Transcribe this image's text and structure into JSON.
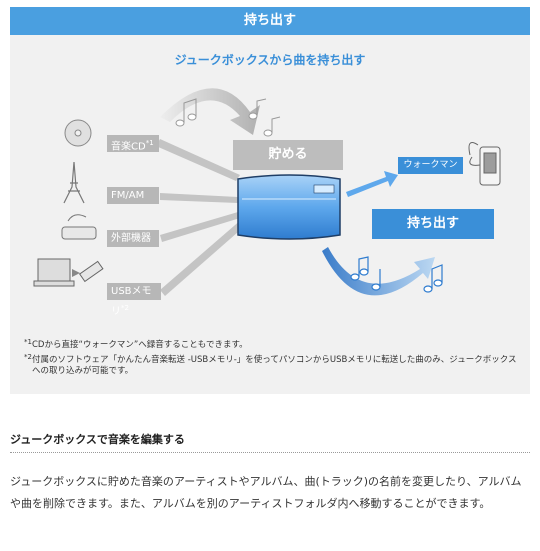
{
  "header": {
    "title": "持ち出す"
  },
  "diagram": {
    "subtitle": "ジュークボックスから曲を持ち出す",
    "sources": [
      {
        "label": "音楽CD",
        "sup": "*1"
      },
      {
        "label": "FM/AM",
        "sup": ""
      },
      {
        "label": "外部機器",
        "sup": ""
      },
      {
        "label": "USBメモリ",
        "sup": "*2"
      }
    ],
    "store_label": "貯める",
    "walkman_label": "ウォークマン",
    "takeout_label": "持ち出す",
    "colors": {
      "header": "#4a9fe0",
      "accent": "#3a8fd8",
      "source_box": "#b7b7b7",
      "panel": "#f1f1f1"
    },
    "icons": [
      "cd-icon",
      "tower-icon",
      "radio-icon",
      "laptop-icon",
      "usb-stick-icon",
      "music-note-icon",
      "jukebox-device-icon",
      "walkman-icon"
    ]
  },
  "notes": [
    {
      "mark": "*1",
      "text": "CDから直接“ウォークマン”へ録音することもできます。"
    },
    {
      "mark": "*2",
      "text": "付属のソフトウェア「かんたん音楽転送 -USBメモリ-」を使ってパソコンからUSBメモリに転送した曲のみ、ジュークボックスへの取り込みが可能です。"
    }
  ],
  "section": {
    "title": "ジュークボックスで音楽を編集する",
    "body": "ジュークボックスに貯めた音楽のアーティストやアルバム、曲(トラック)の名前を変更したり、アルバムや曲を削除できます。また、アルバムを別のアーティストフォルダ内へ移動することができます。"
  }
}
